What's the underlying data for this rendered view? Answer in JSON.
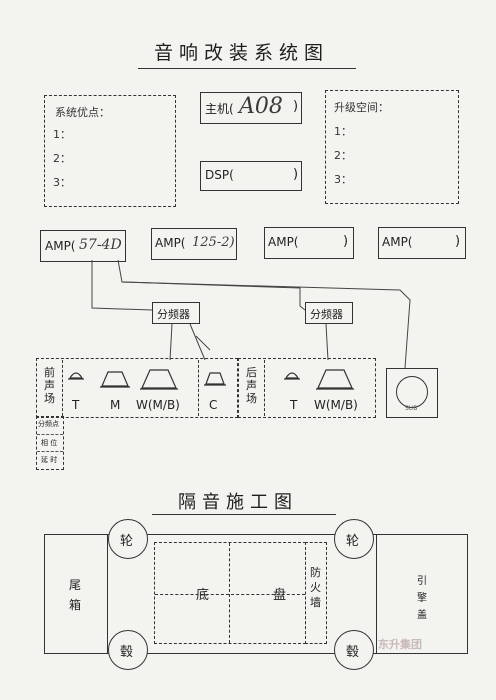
{
  "title_system": "音响改装系统图",
  "title_sound": "隔音施工图",
  "left_panel": {
    "heading": "系统优点：",
    "items": [
      "1：",
      "2：",
      "3："
    ]
  },
  "right_panel": {
    "heading": "升级空间：",
    "items": [
      "1：",
      "2：",
      "3："
    ]
  },
  "host_label": "主机(",
  "host_value": "A08",
  "host_close": ")",
  "dsp_label": "DSP(",
  "dsp_close": ")",
  "amps": [
    {
      "label": "AMP(",
      "value": "57-4D",
      "close": ""
    },
    {
      "label": "AMP(",
      "value": "125-2)",
      "close": ""
    },
    {
      "label": "AMP(",
      "value": "",
      "close": ")"
    },
    {
      "label": "AMP(",
      "value": "",
      "close": ")"
    }
  ],
  "crossover_label": "分频器",
  "front_zone": "前声场",
  "rear_zone": "后声场",
  "front_speakers": [
    "T",
    "M",
    "W(M/B)",
    "C"
  ],
  "rear_speakers": [
    "T",
    "W(M/B)"
  ],
  "sub_label": "SUB",
  "side_items": [
    "分频点",
    "相 位",
    "延 时"
  ],
  "tail_box": "尾箱",
  "engine_box": "引擎盖",
  "wheel_label": "轮",
  "hub_label": "毂",
  "chassis_label": "底 盘",
  "firewall_label": "防火墙",
  "watermark": "东升集团"
}
